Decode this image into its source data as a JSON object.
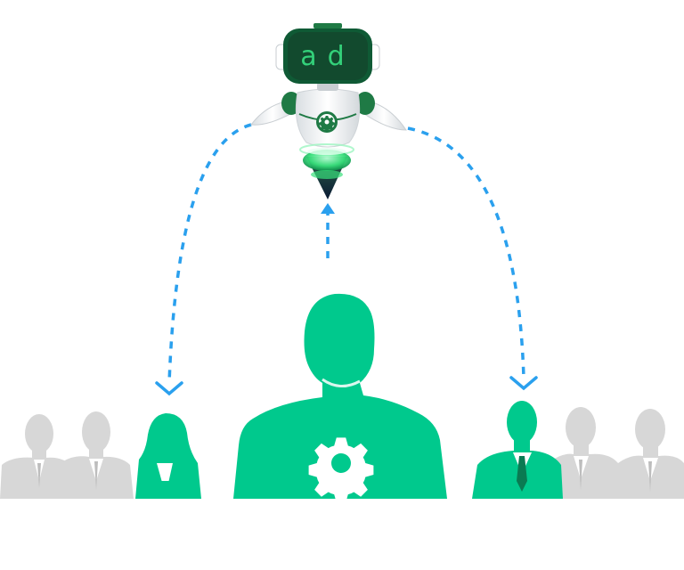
{
  "robot": {
    "visor_text": "ad",
    "visor_color": "#0f5a35",
    "visor_text_color": "#33d17a",
    "body_color": "#f1f3f4",
    "accent_green": "#1f7a45",
    "icon": "gear-icon"
  },
  "beam_color": "#38e07b",
  "arrow_color": "#2aa0ee",
  "people": {
    "highlight_color": "#00c98d",
    "muted_color": "#d7d7d7",
    "center_badge_icon": "gear-icon"
  },
  "connections": [
    {
      "from": "robot",
      "to": "left-person",
      "style": "dashed",
      "direction": "down"
    },
    {
      "from": "center-person",
      "to": "robot",
      "style": "dashed",
      "direction": "up"
    },
    {
      "from": "robot",
      "to": "right-person",
      "style": "dashed",
      "direction": "down"
    }
  ]
}
